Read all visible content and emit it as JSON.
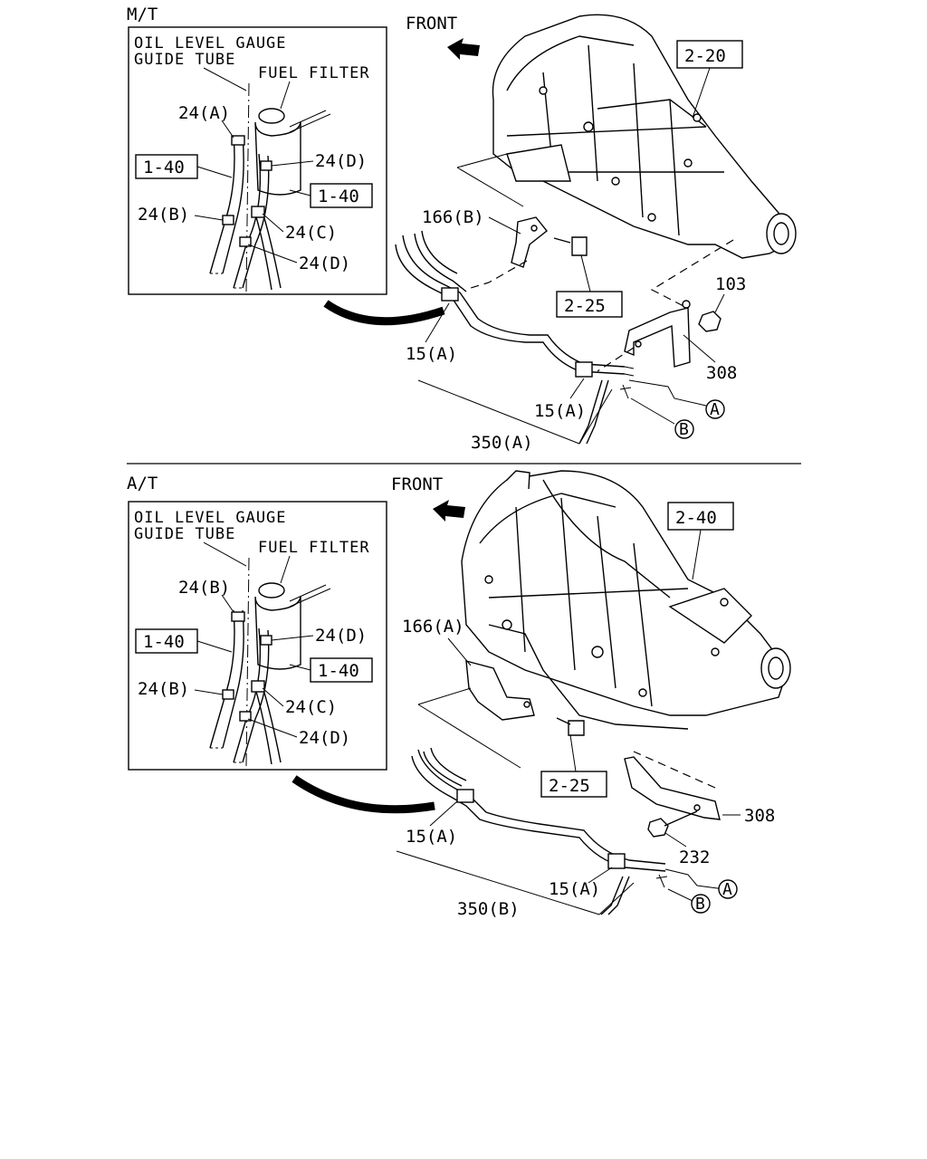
{
  "mt_section": {
    "title": "M/T",
    "front_label": "FRONT",
    "inset": {
      "title_line1": "OIL LEVEL GAUGE",
      "title_line2": "GUIDE TUBE",
      "fuel_filter": "FUEL FILTER",
      "ref_1_40_left": "1-40",
      "ref_1_40_right": "1-40",
      "clip_24a": "24(A)",
      "clip_24d_top": "24(D)",
      "clip_24b": "24(B)",
      "clip_24c": "24(C)",
      "clip_24d_bottom": "24(D)"
    },
    "ref_2_20": "2-20",
    "ref_2_25": "2-25",
    "part_166b": "166(B)",
    "part_103": "103",
    "part_308": "308",
    "part_15a_left": "15(A)",
    "part_15a_right": "15(A)",
    "part_350a": "350(A)",
    "circle_a": "A",
    "circle_b": "B"
  },
  "at_section": {
    "title": "A/T",
    "front_label": "FRONT",
    "inset": {
      "title_line1": "OIL LEVEL GAUGE",
      "title_line2": "GUIDE TUBE",
      "fuel_filter": "FUEL FILTER",
      "ref_1_40_left": "1-40",
      "ref_1_40_right": "1-40",
      "clip_24b_top": "24(B)",
      "clip_24d_top": "24(D)",
      "clip_24b": "24(B)",
      "clip_24c": "24(C)",
      "clip_24d_bottom": "24(D)"
    },
    "ref_2_40": "2-40",
    "ref_2_25": "2-25",
    "part_166a": "166(A)",
    "part_308": "308",
    "part_232": "232",
    "part_15a_left": "15(A)",
    "part_15a_right": "15(A)",
    "part_350b": "350(B)",
    "circle_a": "A",
    "circle_b": "B"
  }
}
